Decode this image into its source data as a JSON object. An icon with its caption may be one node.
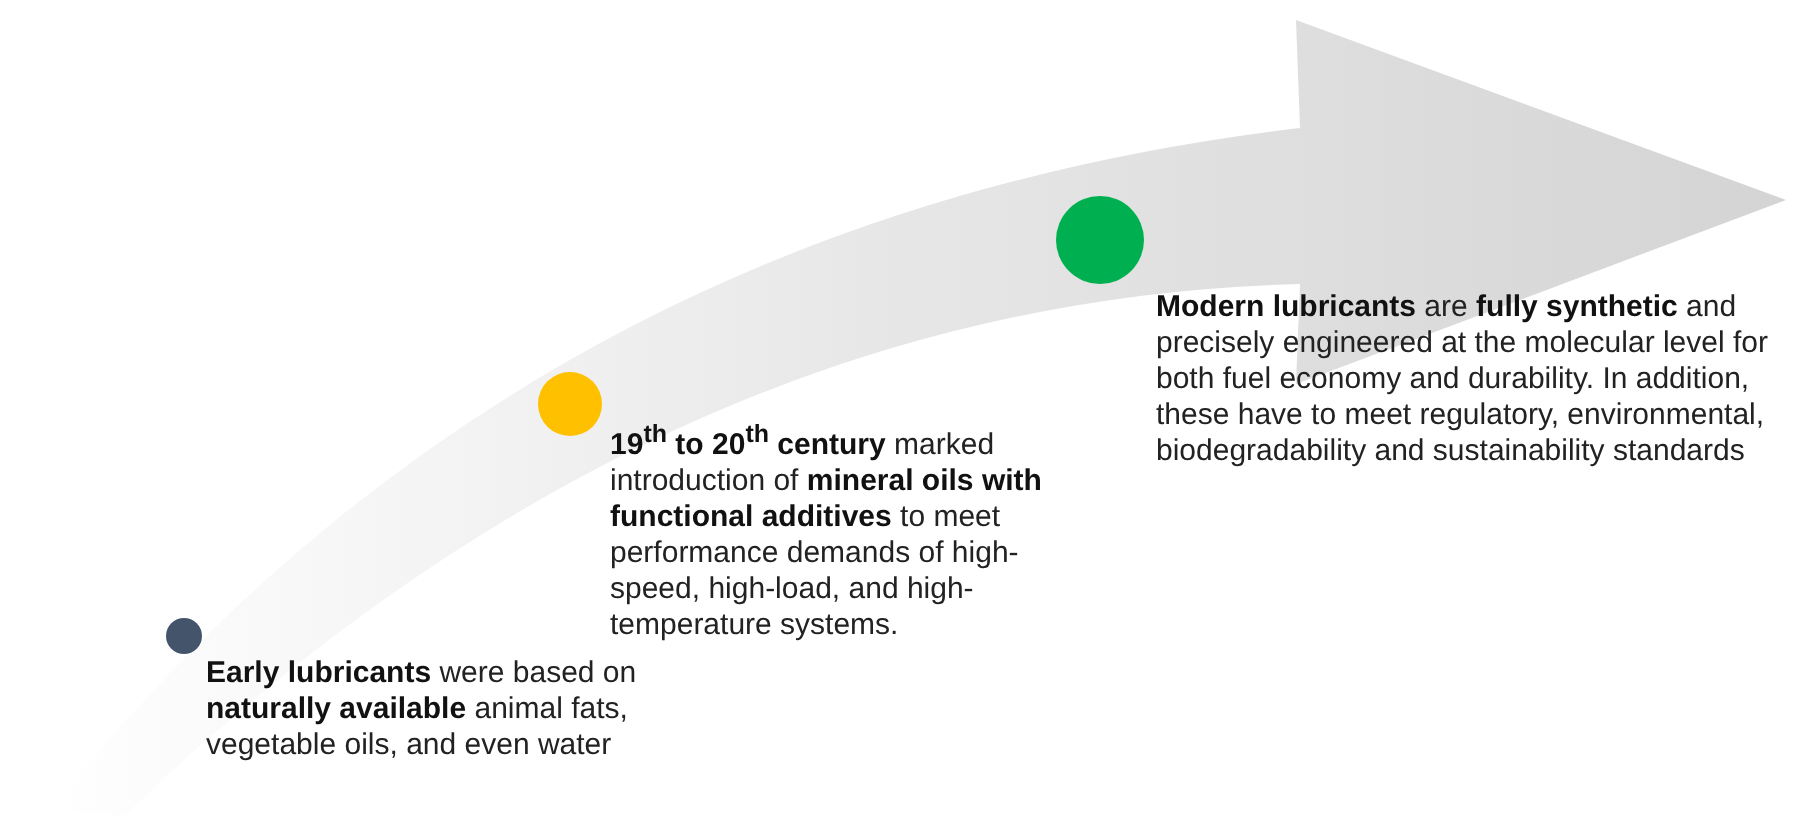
{
  "diagram": {
    "nodes": [
      {
        "text": [],
        "shape": "circle",
        "beside": [
          "**Early lubricants** were based on **naturally available** animal fats, vegetable oils, and even water"
        ]
      },
      {
        "text": [],
        "shape": "circle",
        "beside": [
          "**19$^{th}$ to 20$^{th}$ century** marked introduction of **mineral oils with functional additives** to meet performance demands of high-speed, high-load, and high-temperature systems."
        ]
      },
      {
        "text": [],
        "shape": "circle",
        "beside": [
          "**Modern lubricants** are **fully synthetic** and precisely engineered at the molecular level for both fuel economy and durability. In addition, these have to meet regulatory, environmental, biodegradability and sustainability standards"
        ]
      }
    ]
  }
}
